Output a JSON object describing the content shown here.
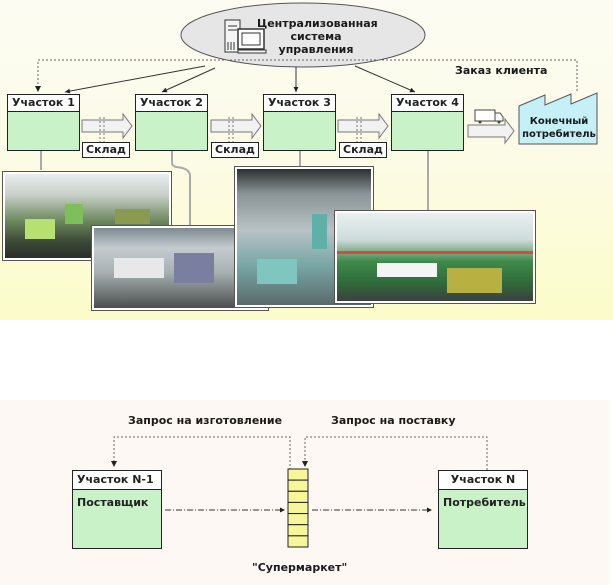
{
  "top_diagram": {
    "control_system": {
      "label_lines": [
        "Централизованная",
        "система",
        "управления"
      ],
      "icon": "computer-icon"
    },
    "customer_order_label": "Заказ клиента",
    "sections": [
      {
        "label": "Участок 1"
      },
      {
        "label": "Участок 2"
      },
      {
        "label": "Участок 3"
      },
      {
        "label": "Участок 4"
      }
    ],
    "warehouses": [
      {
        "label": "Склад"
      },
      {
        "label": "Склад"
      },
      {
        "label": "Склад"
      }
    ],
    "end_consumer": {
      "label_lines": [
        "Конечный",
        "потребитель"
      ],
      "icon": "factory-icon"
    },
    "truck_icon": "truck-icon",
    "photos": [
      {
        "description": "Цех участка 1"
      },
      {
        "description": "Цех участка 2"
      },
      {
        "description": "Цех участка 3"
      },
      {
        "description": "Цех участка 4"
      }
    ],
    "colors": {
      "section_fill": "#c9f2c9",
      "consumer_fill": "#c6f0f7",
      "ellipse_fill": "#e6e6e6"
    }
  },
  "bottom_diagram": {
    "request_manufacture_label": "Запрос на изготовление",
    "request_delivery_label": "Запрос на поставку",
    "supplier": {
      "title": "Участок N-1",
      "role": "Поставщик"
    },
    "consumer": {
      "title": "Участок N",
      "role": "Потребитель"
    },
    "supermarket_label": "\"Супермаркет\"",
    "supermarket_slots": 7,
    "colors": {
      "node_fill": "#c9f2c9",
      "supermarket_fill": "#f7f79a"
    }
  }
}
